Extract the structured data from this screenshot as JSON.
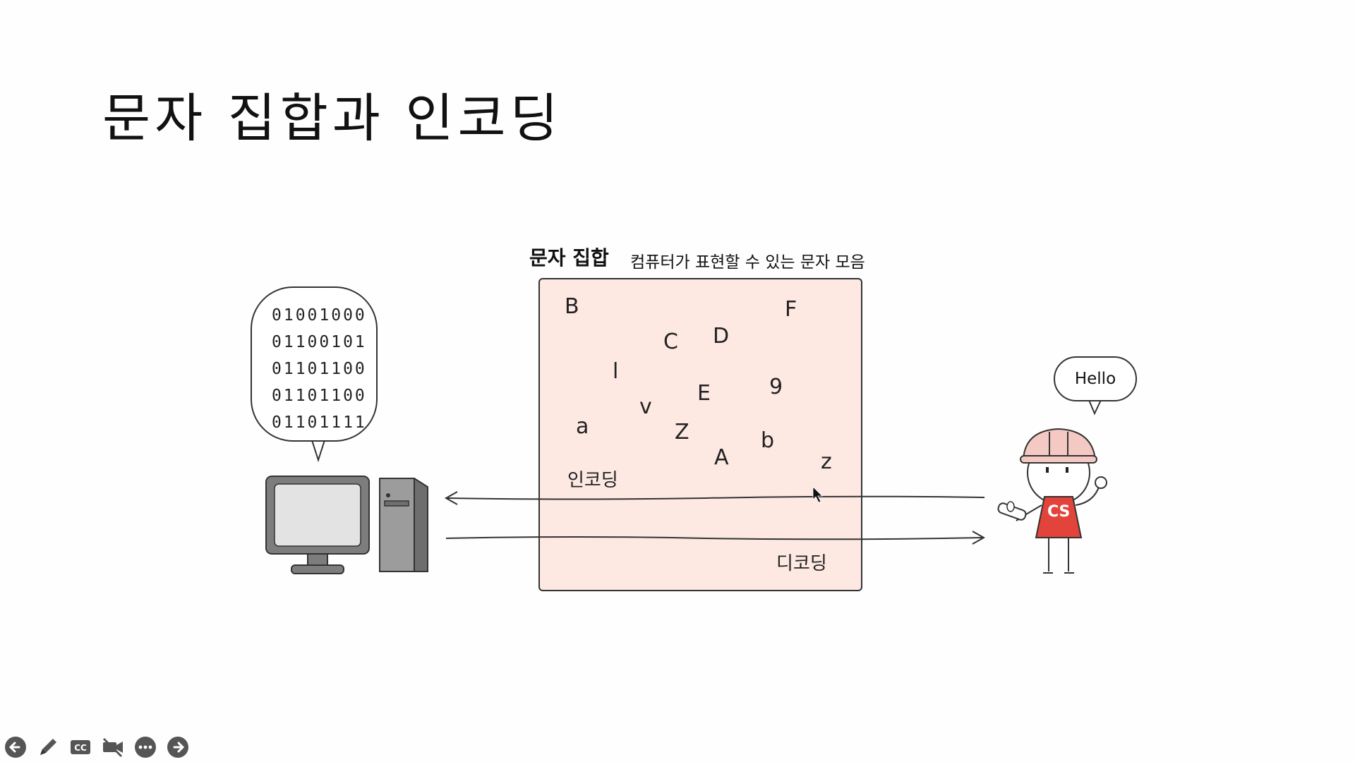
{
  "slide": {
    "title": "문자 집합과 인코딩",
    "charset_title": "문자 집합",
    "charset_desc": "컴퓨터가 표현할 수 있는 문자 모음",
    "glyphs": [
      "B",
      "F",
      "C",
      "D",
      "l",
      "E",
      "9",
      "v",
      "a",
      "Z",
      "b",
      "A",
      "z"
    ],
    "encoding_label": "인코딩",
    "decoding_label": "디코딩",
    "binary_rows": [
      "01001000",
      "01100101",
      "01101100",
      "01101100",
      "01101111"
    ],
    "speech": "Hello",
    "shirt_text": "CS",
    "colors": {
      "charset_box": "#fde8e2",
      "shirt": "#e2433a",
      "helmet": "#f5c9c3",
      "computer_gray": "#8a8a8a"
    }
  },
  "toolbar": {
    "icons": [
      "back-arrow-icon",
      "pen-icon",
      "cc-icon",
      "video-off-icon",
      "more-icon",
      "forward-arrow-icon"
    ]
  }
}
